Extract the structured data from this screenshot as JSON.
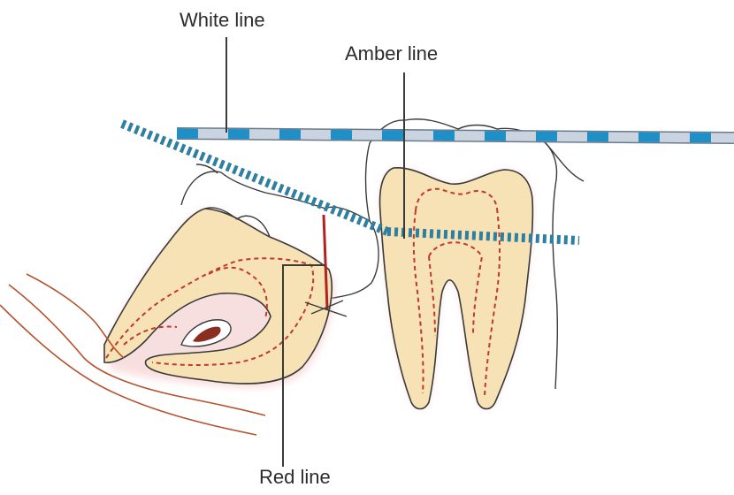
{
  "labels": {
    "white": "White line",
    "amber": "Amber line",
    "red": "Red line"
  },
  "colors": {
    "tooth_fill": "#f6e2b4",
    "tooth_outline": "#3a3a3a",
    "pulp_dash": "#c0392b",
    "gum_line": "#b5522f",
    "gum_glow": "#f4c6c6",
    "white_line_blue": "#1f8fc7",
    "white_line_light": "#c9d4e0",
    "amber_dash": "#2f7fa0",
    "red_line": "#b22222",
    "leader": "#3a3a3a"
  }
}
